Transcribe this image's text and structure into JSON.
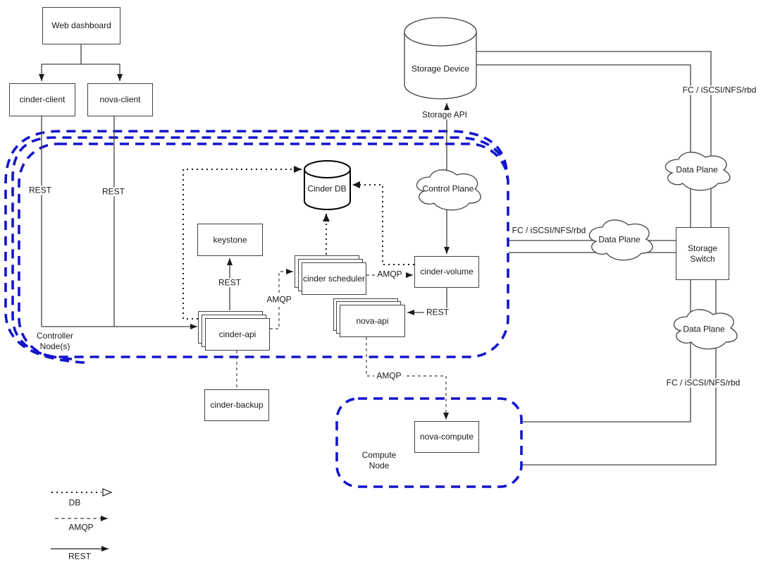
{
  "nodes": {
    "web_dashboard": "Web dashboard",
    "cinder_client": "cinder-client",
    "nova_client": "nova-client",
    "keystone": "keystone",
    "cinder_api": "cinder-api",
    "cinder_scheduler": "cinder scheduler",
    "nova_api": "nova-api",
    "cinder_volume": "cinder-volume",
    "cinder_backup": "cinder-backup",
    "cinder_db": "Cinder DB",
    "storage_device": "Storage Device",
    "control_plane": "Control Plane",
    "data_plane": "Data Plane",
    "storage_switch": "Storage Switch",
    "nova_compute": "nova-compute"
  },
  "containers": {
    "controller_node": "Controller Node(s)",
    "compute_node": "Compute Node"
  },
  "edge_labels": {
    "rest": "REST",
    "amqp": "AMQP",
    "storage_api": "Storage API",
    "fc_iscsi_nfs_rbd": "FC / iSCSI/NFS/rbd"
  },
  "legend": {
    "db": "DB",
    "amqp": "AMQP",
    "rest": "REST"
  },
  "colors": {
    "node_group_border": "#1414cc",
    "line": "#424242",
    "text": "#1a1a1a",
    "background": "#ffffff"
  }
}
